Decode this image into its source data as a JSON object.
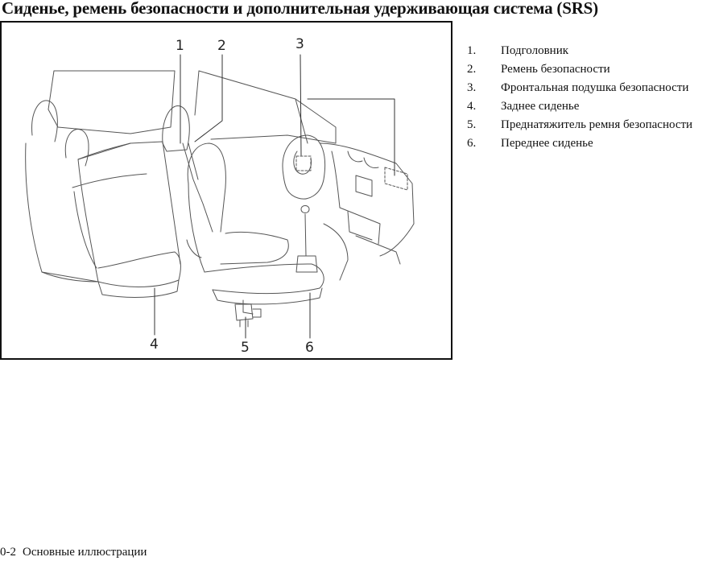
{
  "title": "Сиденье, ремень безопасности и дополнительная удерживающая система (SRS)",
  "figure": {
    "callouts": [
      "1",
      "2",
      "3",
      "4",
      "5",
      "6"
    ]
  },
  "legend": [
    {
      "num": "1.",
      "label": "Подголовник"
    },
    {
      "num": "2.",
      "label": "Ремень безопасности"
    },
    {
      "num": "3.",
      "label": "Фронтальная подушка безопасности"
    },
    {
      "num": "4.",
      "label": "Заднее сиденье"
    },
    {
      "num": "5.",
      "label": "Преднатяжитель ремня безопасности"
    },
    {
      "num": "6.",
      "label": "Переднее сиденье"
    }
  ],
  "footer": {
    "page_number": "0-2",
    "section": "Основные иллюстрации"
  }
}
